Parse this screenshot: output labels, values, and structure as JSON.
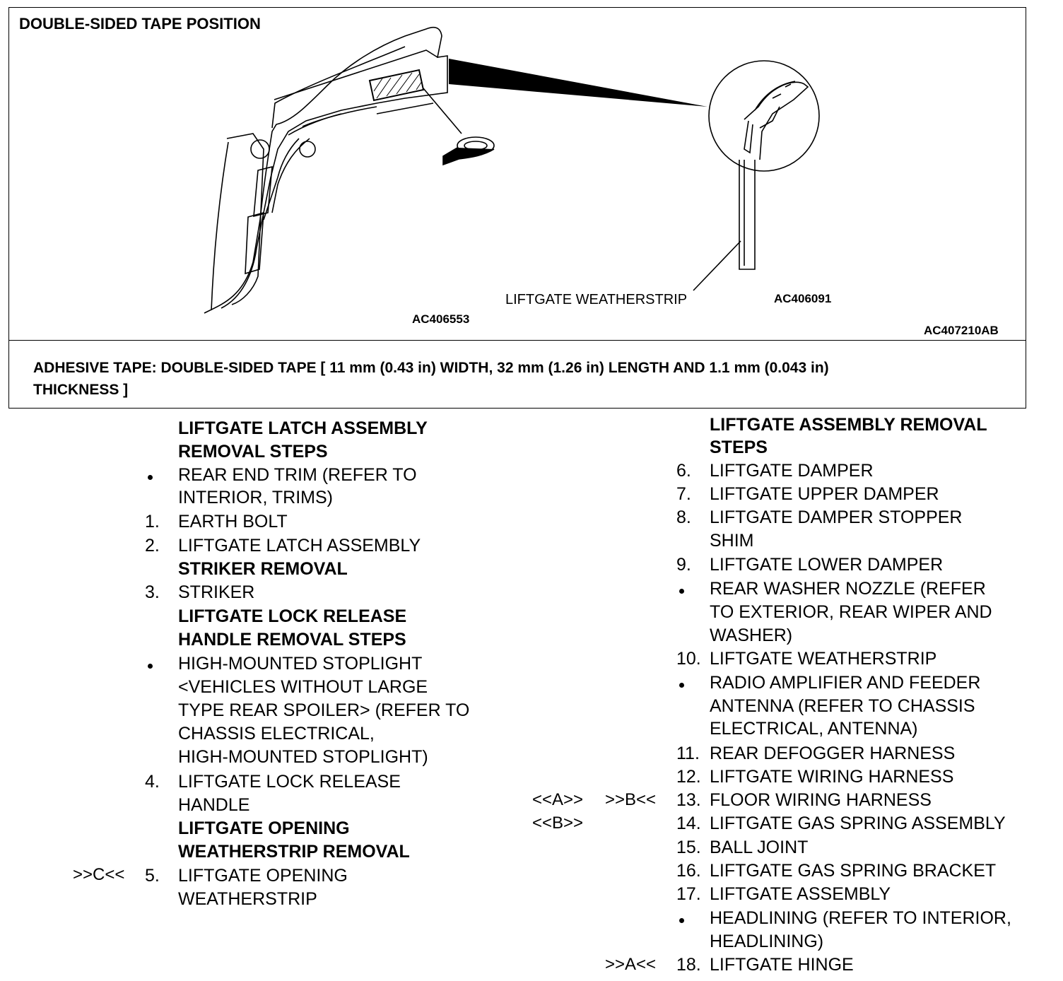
{
  "figure": {
    "title": "DOUBLE-SIDED TAPE POSITION",
    "callout_weatherstrip": "LIFTGATE WEATHERSTRIP",
    "ref_left": "AC406553",
    "ref_right": "AC406091",
    "ref_figure": "AC407210AB",
    "note_line1": "ADHESIVE TAPE: DOUBLE-SIDED TAPE [ 11 mm (0.43 in) WIDTH, 32 mm (1.26 in) LENGTH AND 1.1 mm (0.043 in)",
    "note_line2": "THICKNESS ]"
  },
  "left_column": {
    "latch_header_1": "LIFTGATE LATCH ASSEMBLY",
    "latch_header_2": "REMOVAL STEPS",
    "rear_end_trim_1": "REAR END TRIM (REFER TO",
    "rear_end_trim_2": "INTERIOR, TRIMS)",
    "n1": "1.",
    "item1": "EARTH BOLT",
    "n2": "2.",
    "item2": "LIFTGATE LATCH ASSEMBLY",
    "striker_header": "STRIKER REMOVAL",
    "n3": "3.",
    "item3": "STRIKER",
    "lock_header_1": "LIFTGATE LOCK RELEASE",
    "lock_header_2": "HANDLE REMOVAL STEPS",
    "stoplight_1": "HIGH-MOUNTED STOPLIGHT",
    "stoplight_2": "<VEHICLES WITHOUT LARGE",
    "stoplight_3": "TYPE REAR SPOILER> (REFER TO",
    "stoplight_4": "CHASSIS ELECTRICAL,",
    "stoplight_5": "HIGH-MOUNTED  STOPLIGHT)",
    "n4": "4.",
    "item4_1": "LIFTGATE LOCK RELEASE",
    "item4_2": "HANDLE",
    "opening_header_1": "LIFTGATE OPENING",
    "opening_header_2": "WEATHERSTRIP REMOVAL",
    "marker5": ">>C<<",
    "n5": "5.",
    "item5_1": "LIFTGATE OPENING",
    "item5_2": "WEATHERSTRIP"
  },
  "right_column": {
    "assembly_header_1": "LIFTGATE ASSEMBLY REMOVAL",
    "assembly_header_2": "STEPS",
    "n6": "6.",
    "item6": "LIFTGATE DAMPER",
    "n7": "7.",
    "item7": "LIFTGATE UPPER DAMPER",
    "n8": "8.",
    "item8_1": "LIFTGATE DAMPER STOPPER",
    "item8_2": "SHIM",
    "n9": "9.",
    "item9": "LIFTGATE LOWER DAMPER",
    "nozzle_1": "REAR WASHER NOZZLE (REFER",
    "nozzle_2": "TO EXTERIOR, REAR WIPER AND",
    "nozzle_3": "WASHER)",
    "n10": "10.",
    "item10": "LIFTGATE WEATHERSTRIP",
    "radio_1": "RADIO AMPLIFIER AND FEEDER",
    "radio_2": "ANTENNA (REFER TO  CHASSIS",
    "radio_3": "ELECTRICAL, ANTENNA)",
    "n11": "11.",
    "item11": "REAR DEFOGGER HARNESS",
    "n12": "12.",
    "item12": "LIFTGATE WIRING HARNESS",
    "marker13a": "<<A>>",
    "marker13b": ">>B<<",
    "n13": "13.",
    "item13": "FLOOR WIRING HARNESS",
    "marker14": "<<B>>",
    "n14": "14.",
    "item14": "LIFTGATE GAS SPRING ASSEMBLY",
    "n15": "15.",
    "item15": "BALL JOINT",
    "n16": "16.",
    "item16": "LIFTGATE GAS SPRING BRACKET",
    "n17": "17.",
    "item17": "LIFTGATE ASSEMBLY",
    "headlining_1": "HEADLINING (REFER TO INTERIOR,",
    "headlining_2": "HEADLINING)",
    "marker18": ">>A<<",
    "n18": "18.",
    "item18": "LIFTGATE HINGE"
  }
}
